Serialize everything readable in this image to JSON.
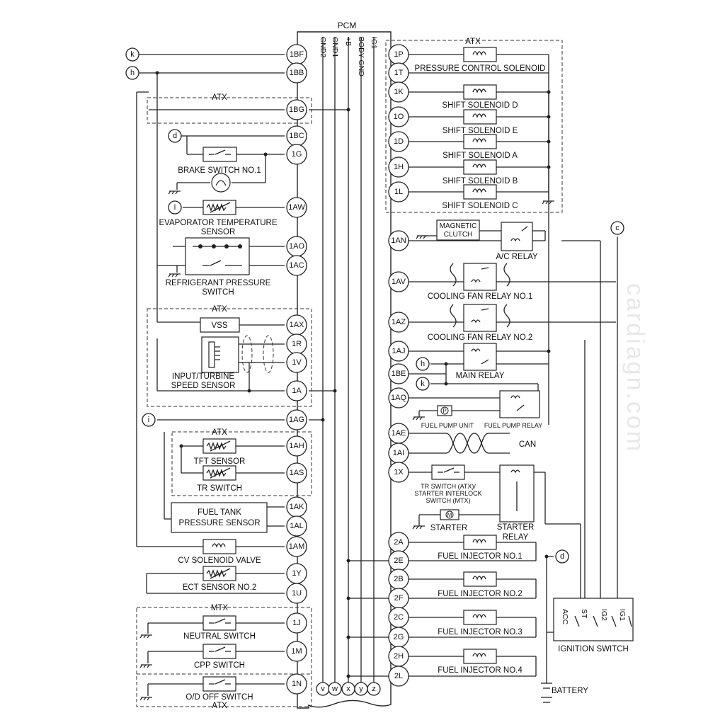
{
  "pcm": {
    "title": "PCM",
    "rails": [
      "GND2",
      "GND1",
      "+B",
      "BODY GND",
      "IG1"
    ]
  },
  "connectors": [
    "v",
    "w",
    "x",
    "y",
    "z"
  ],
  "left_pins": [
    "1BF",
    "1BB",
    "1BG",
    "1BC",
    "1G",
    "1AW",
    "1AO",
    "1AC",
    "1AX",
    "1R",
    "1V",
    "1A",
    "1AG",
    "1AH",
    "1AS",
    "1AK",
    "1AL",
    "1AM",
    "1Y",
    "1U",
    "1J",
    "1M",
    "1N"
  ],
  "right_pins": [
    "1P",
    "1T",
    "1K",
    "1O",
    "1D",
    "1H",
    "1L",
    "1AN",
    "1AV",
    "1AZ",
    "1AJ",
    "1BE",
    "1AQ",
    "1AE",
    "1AI",
    "1X",
    "2A",
    "2E",
    "2B",
    "2F",
    "2C",
    "2G",
    "2H",
    "2L"
  ],
  "left_refs": [
    "k",
    "h",
    "d",
    "i",
    "i"
  ],
  "right_refs": [
    "h",
    "k",
    "c",
    "d"
  ],
  "groups": {
    "atx": "ATX",
    "mtx": "MTX"
  },
  "components_left": {
    "brake_switch": "BRAKE SWITCH NO.1",
    "evap_sensor_1": "EVAPORATOR TEMPERATURE",
    "evap_sensor_2": "SENSOR",
    "refrig_switch_1": "REFRIGERANT PRESSURE",
    "refrig_switch_2": "SWITCH",
    "vss": "VSS",
    "turbine_1": "INPUT/TURBINE",
    "turbine_2": "SPEED SENSOR",
    "tft": "TFT SENSOR",
    "tr": "TR SWITCH",
    "fuel_tank_1": "FUEL TANK",
    "fuel_tank_2": "PRESSURE SENSOR",
    "cv_valve": "CV SOLENOID VALVE",
    "ect": "ECT SENSOR NO.2",
    "neutral": "NEUTRAL SWITCH",
    "cpp": "CPP SWITCH",
    "od_off": "O/D OFF SWITCH"
  },
  "components_right": {
    "pcs": "PRESSURE CONTROL SOLENOID",
    "ssd": "SHIFT SOLENOID D",
    "sse": "SHIFT SOLENOID E",
    "ssa": "SHIFT SOLENOID A",
    "ssb": "SHIFT SOLENOID B",
    "ssc": "SHIFT SOLENOID C",
    "mag_1": "MAGNETIC",
    "mag_2": "CLUTCH",
    "ac_relay": "A/C RELAY",
    "fan1": "COOLING FAN RELAY NO.1",
    "fan2": "COOLING FAN RELAY NO.2",
    "main_relay": "MAIN RELAY",
    "fuel_pump_unit": "FUEL PUMP UNIT",
    "fuel_pump_relay": "FUEL PUMP RELAY",
    "can": "CAN",
    "tr_1": "TR SWITCH (ATX)/",
    "tr_2": "STARTER INTERLOCK",
    "tr_3": "SWITCH (MTX)",
    "starter": "STARTER",
    "starter_relay_1": "STARTER",
    "starter_relay_2": "RELAY",
    "inj1": "FUEL INJECTOR NO.1",
    "inj2": "FUEL INJECTOR NO.2",
    "inj3": "FUEL INJECTOR NO.3",
    "inj4": "FUEL INJECTOR NO.4",
    "ignition": "IGNITION SWITCH",
    "battery": "BATTERY",
    "ign_terms": [
      "ACC",
      "ST",
      "IG2",
      "IG1"
    ],
    "pump_letter": "P",
    "motor_letter": "M"
  },
  "watermark": "cardiagn.com"
}
